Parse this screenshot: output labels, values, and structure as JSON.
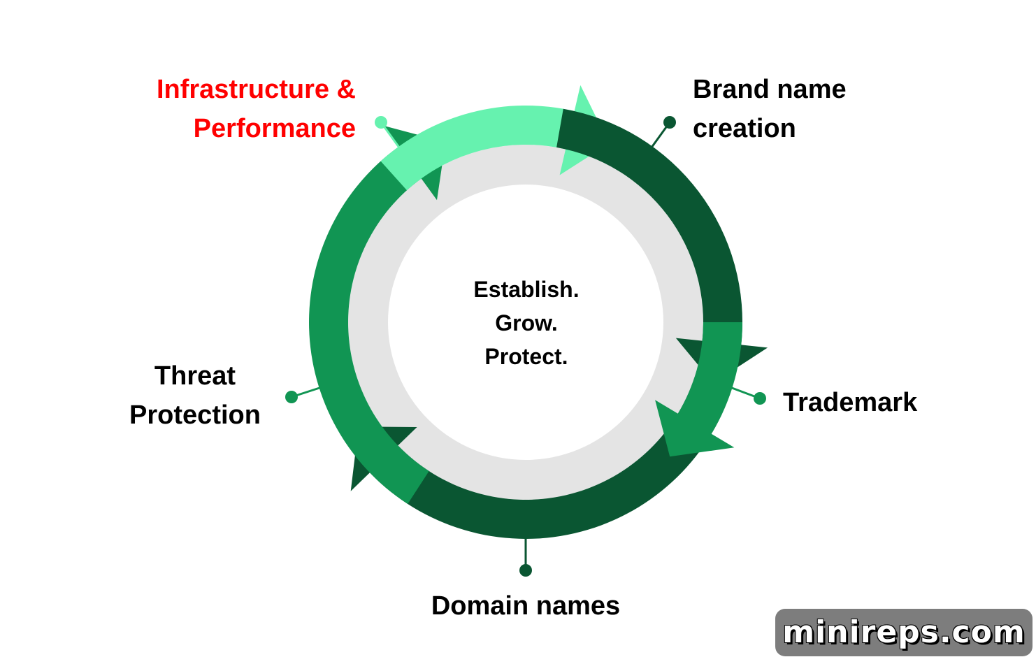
{
  "center": {
    "lines": [
      "Establish.",
      "Grow.",
      "Protect."
    ]
  },
  "stages": [
    {
      "id": "infrastructure",
      "lines": [
        "Infrastructure &",
        "Performance"
      ],
      "highlight": true,
      "color": "#66f2af"
    },
    {
      "id": "brand",
      "lines": [
        "Brand name",
        "creation"
      ],
      "highlight": false,
      "color": "#0a5632"
    },
    {
      "id": "trademark",
      "lines": [
        "Trademark"
      ],
      "highlight": false,
      "color": "#119553"
    },
    {
      "id": "domain",
      "lines": [
        "Domain names"
      ],
      "highlight": false,
      "color": "#0a5632"
    },
    {
      "id": "threat",
      "lines": [
        "Threat",
        "Protection"
      ],
      "highlight": false,
      "color": "#119553"
    }
  ],
  "colors": {
    "highlight_text": "#ff0000",
    "label_text": "#000000",
    "inner_ring": "#e4e4e4",
    "center_fill": "#ffffff",
    "watermark_bg": "#7d7d7d"
  },
  "watermark": {
    "text": "minireps.com"
  }
}
